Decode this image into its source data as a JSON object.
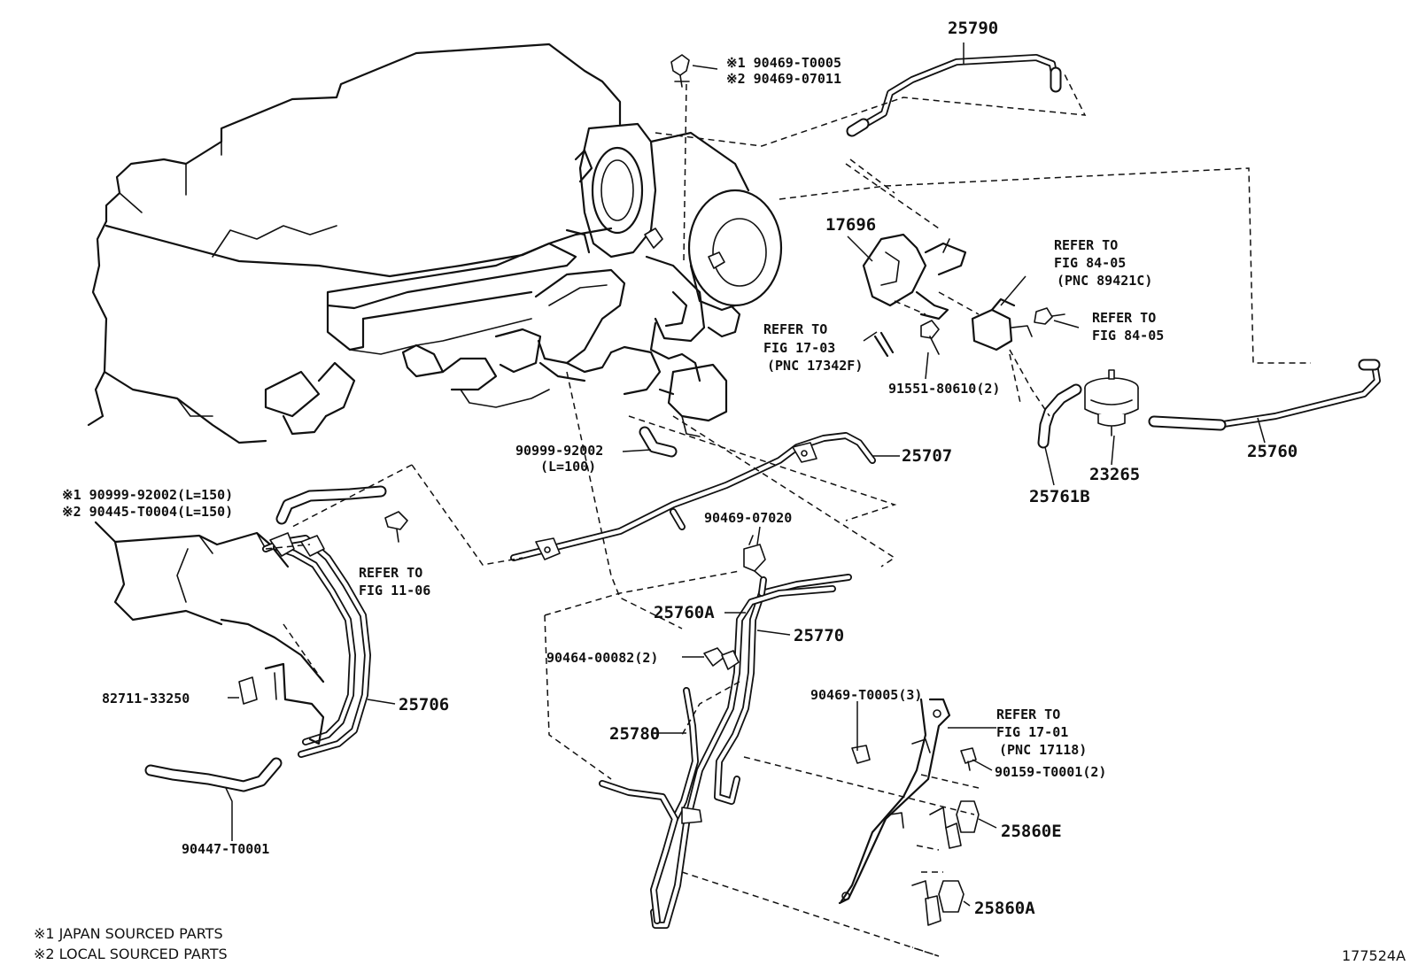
{
  "labels": {
    "p25790": "25790",
    "clip_top_1": "※1 90469-T0005",
    "clip_top_2": "※2 90469-07011",
    "p17696": "17696",
    "ref_84_05_a_1": "REFER TO",
    "ref_84_05_a_2": "FIG 84-05",
    "ref_84_05_a_3": "(PNC 89421C)",
    "ref_84_05_b_1": "REFER TO",
    "ref_84_05_b_2": "FIG 84-05",
    "ref_17_03_1": "REFER TO",
    "ref_17_03_2": "FIG 17-03",
    "ref_17_03_3": "(PNC 17342F)",
    "p91551": "91551-80610(2)",
    "p25760": "25760",
    "p23265": "23265",
    "p25761b": "25761B",
    "p90999_100": "90999-92002",
    "p90999_100_len": "(L=100)",
    "p25707": "25707",
    "hose150_1": "※1 90999-92002(L=150)",
    "hose150_2": "※2 90445-T0004(L=150)",
    "ref_11_06_1": "REFER TO",
    "ref_11_06_2": "FIG 11-06",
    "p90469_07020": "90469-07020",
    "p25760a": "25760A",
    "p25770": "25770",
    "p90464": "90464-00082(2)",
    "p82711": "82711-33250",
    "p25706": "25706",
    "p25780": "25780",
    "p90469_t0005_3": "90469-T0005(3)",
    "ref_17_01_1": "REFER TO",
    "ref_17_01_2": "FIG 17-01",
    "ref_17_01_3": "(PNC 17118)",
    "p90159": "90159-T0001(2)",
    "p25860e": "25860E",
    "p25860a": "25860A",
    "p90447": "90447-T0001"
  },
  "notes": {
    "japan": "※1 JAPAN SOURCED PARTS",
    "local": "※2 LOCAL SOURCED PARTS",
    "fig_id": "177524A"
  }
}
